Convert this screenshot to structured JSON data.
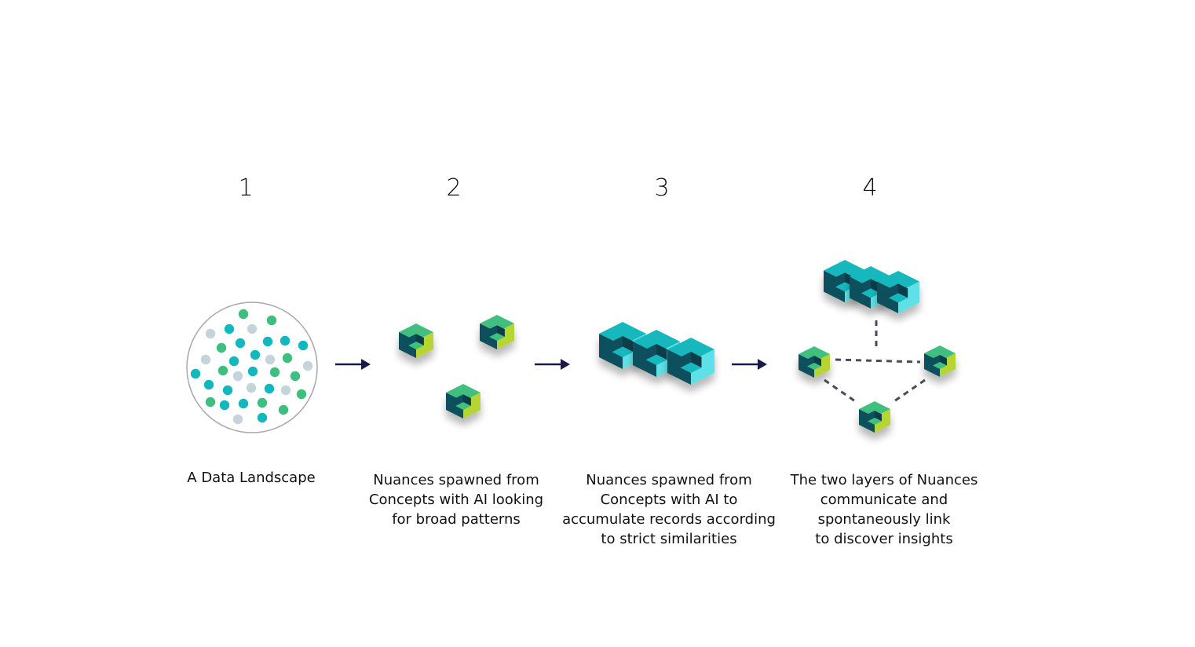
{
  "steps": [
    {
      "number": "1",
      "caption": [
        "A Data Landscape"
      ]
    },
    {
      "number": "2",
      "caption": [
        "Nuances spawned from",
        "Concepts with AI looking",
        "for broad patterns"
      ]
    },
    {
      "number": "3",
      "caption": [
        "Nuances spawned from",
        "Concepts with AI to",
        "accumulate records according",
        "to strict similarities"
      ]
    },
    {
      "number": "4",
      "caption": [
        "The two layers of Nuances",
        "communicate and",
        "spontaneously link",
        "to discover insights"
      ]
    }
  ],
  "icons": {
    "arrow": "arrow-right-icon",
    "small_cube": "green-cube-icon",
    "large_cube": "teal-cube-icon",
    "dot_cluster": "data-landscape-icon"
  },
  "colors": {
    "dot_teal": "#12b8be",
    "dot_green": "#3fbf7f",
    "dot_grey": "#c4d4da",
    "cube_dark": "#0d4f5c",
    "cube_lime": "#b6d530",
    "cube_green": "#3fbf7f",
    "cube_cyan": "#5ee0e6",
    "cube_teal": "#12b8be",
    "arrow": "#1a1a4a",
    "link": "#4a4a5a"
  }
}
